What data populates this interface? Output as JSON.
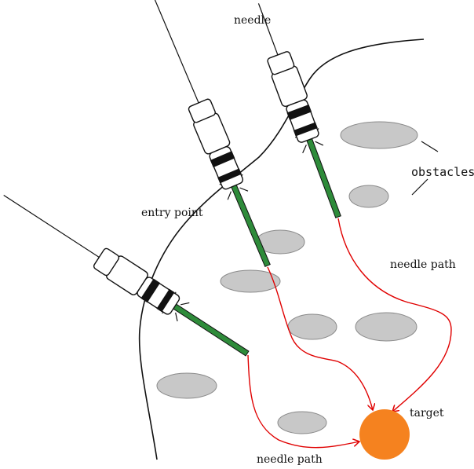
{
  "labels": {
    "needle": "needle",
    "obstacles": "obstacles",
    "entry_point": "entry point",
    "needle_path_right": "needle path",
    "target": "target",
    "needle_path_bottom": "needle path"
  },
  "colors": {
    "obstacle_fill": "#c8c8c8",
    "obstacle_stroke": "#8a8a8a",
    "needle_shaft": "#2e8b3a",
    "path": "#e00000",
    "target": "#f5821f",
    "outline": "#111111"
  }
}
